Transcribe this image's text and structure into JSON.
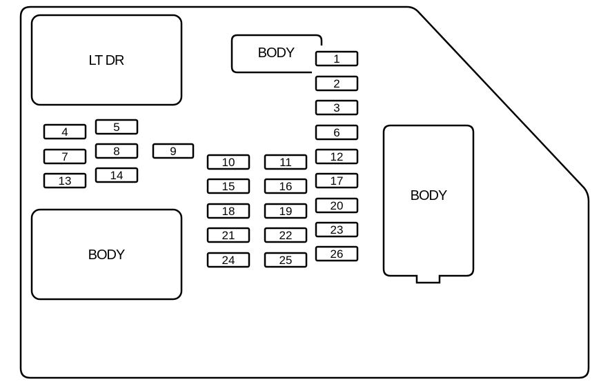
{
  "relays": {
    "lt_dr": "LT DR",
    "body_top": "BODY",
    "body_left": "BODY",
    "body_right": "BODY"
  },
  "fuses": [
    "1",
    "2",
    "3",
    "4",
    "5",
    "6",
    "7",
    "8",
    "9",
    "10",
    "11",
    "12",
    "13",
    "14",
    "15",
    "16",
    "17",
    "18",
    "19",
    "20",
    "21",
    "22",
    "23",
    "24",
    "25",
    "26"
  ]
}
